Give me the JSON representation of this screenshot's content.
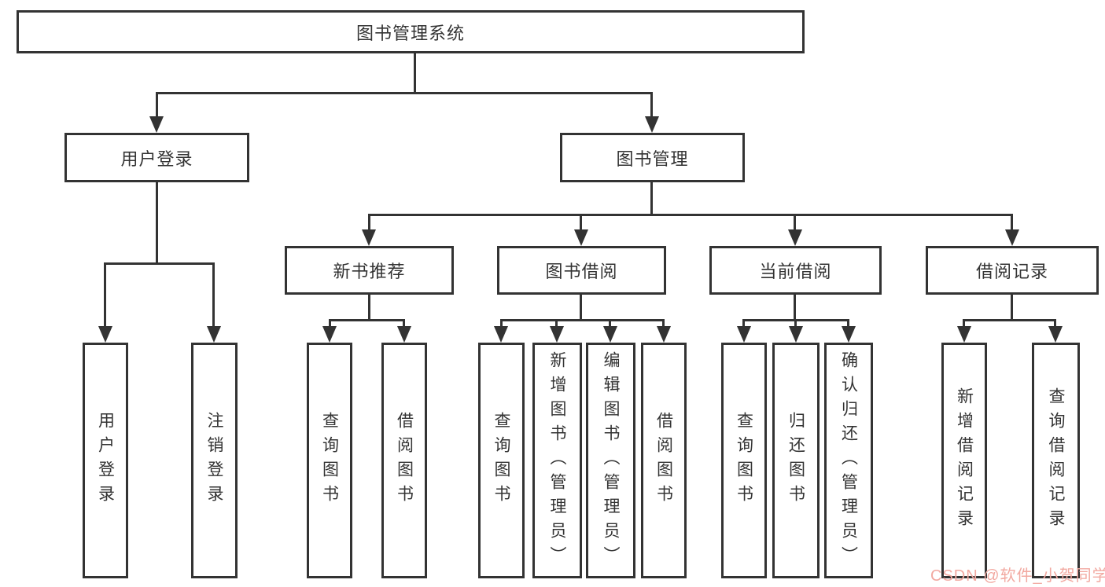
{
  "tree": {
    "label": "图书管理系统",
    "children": [
      {
        "label": "用户登录",
        "children": [
          {
            "label": "用户登录"
          },
          {
            "label": "注销登录"
          }
        ]
      },
      {
        "label": "图书管理",
        "children": [
          {
            "label": "新书推荐",
            "children": [
              {
                "label": "查询图书"
              },
              {
                "label": "借阅图书"
              }
            ]
          },
          {
            "label": "图书借阅",
            "children": [
              {
                "label": "查询图书"
              },
              {
                "label": "新增图书（管理员）"
              },
              {
                "label": "编辑图书（管理员）"
              },
              {
                "label": "借阅图书"
              }
            ]
          },
          {
            "label": "当前借阅",
            "children": [
              {
                "label": "查询图书"
              },
              {
                "label": "归还图书"
              },
              {
                "label": "确认归还（管理员）"
              }
            ]
          },
          {
            "label": "借阅记录",
            "children": [
              {
                "label": "新增借阅记录"
              },
              {
                "label": "查询借阅记录"
              }
            ]
          }
        ]
      }
    ]
  },
  "watermark": {
    "text": "CSDN @软件_小贺同学",
    "color": "#f2a9a1"
  },
  "colors": {
    "line": "#333333",
    "box_background": "#ffffff",
    "page_background": "#ffffff"
  }
}
